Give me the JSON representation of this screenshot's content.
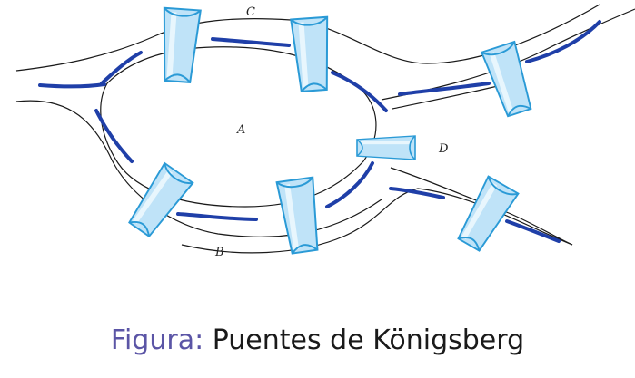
{
  "diagram": {
    "labels": {
      "a": "A",
      "b": "B",
      "c": "C",
      "d": "D"
    },
    "colors": {
      "shore": "#1a1a1a",
      "water": "#1f3fa8",
      "bridge_fill": "#bfe3f8",
      "bridge_stroke": "#2a9ad6",
      "bridge_light": "#e8f6fd"
    },
    "bridge_count": 7
  },
  "caption": {
    "prefix": "Figura:",
    "text": "Puentes de Königsberg"
  }
}
